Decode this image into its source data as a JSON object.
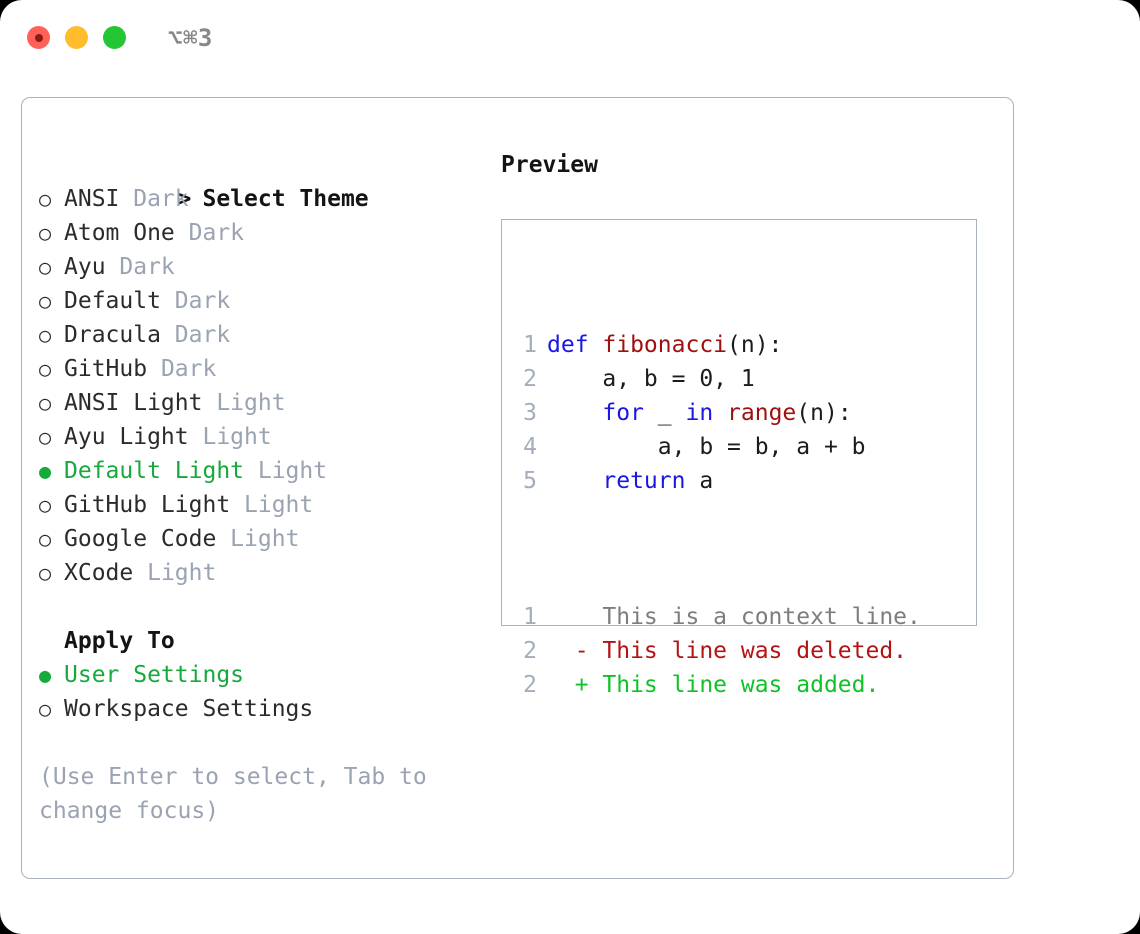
{
  "titlebar": {
    "shortcut": "⌥⌘3",
    "lights": [
      "close",
      "minimize",
      "zoom"
    ]
  },
  "left": {
    "heading": "Select Theme",
    "caret": ">",
    "marker_unselected": "○",
    "marker_selected": "●",
    "themes": [
      {
        "name": "ANSI",
        "variant": "Dark",
        "selected": false
      },
      {
        "name": "Atom One",
        "variant": "Dark",
        "selected": false
      },
      {
        "name": "Ayu",
        "variant": "Dark",
        "selected": false
      },
      {
        "name": "Default",
        "variant": "Dark",
        "selected": false
      },
      {
        "name": "Dracula",
        "variant": "Dark",
        "selected": false
      },
      {
        "name": "GitHub",
        "variant": "Dark",
        "selected": false
      },
      {
        "name": "ANSI Light",
        "variant": "Light",
        "selected": false
      },
      {
        "name": "Ayu Light",
        "variant": "Light",
        "selected": false
      },
      {
        "name": "Default Light",
        "variant": "Light",
        "selected": true
      },
      {
        "name": "GitHub Light",
        "variant": "Light",
        "selected": false
      },
      {
        "name": "Google Code",
        "variant": "Light",
        "selected": false
      },
      {
        "name": "XCode",
        "variant": "Light",
        "selected": false
      }
    ],
    "apply_to_title": "Apply To",
    "apply_to": [
      {
        "name": "User Settings",
        "selected": true
      },
      {
        "name": "Workspace Settings",
        "selected": false
      }
    ],
    "hint": "(Use Enter to select, Tab to change focus)"
  },
  "preview": {
    "title": "Preview",
    "code": [
      {
        "no": "1",
        "tokens": [
          {
            "t": "def ",
            "c": "kw"
          },
          {
            "t": "fibonacci",
            "c": "fn"
          },
          {
            "t": "(n):",
            "c": "txt"
          }
        ]
      },
      {
        "no": "2",
        "tokens": [
          {
            "t": "    a, b = 0, 1",
            "c": "txt"
          }
        ]
      },
      {
        "no": "3",
        "tokens": [
          {
            "t": "    ",
            "c": "txt"
          },
          {
            "t": "for",
            "c": "kw"
          },
          {
            "t": " _ ",
            "c": "txt"
          },
          {
            "t": "in ",
            "c": "kw"
          },
          {
            "t": "range",
            "c": "fn"
          },
          {
            "t": "(n):",
            "c": "txt"
          }
        ]
      },
      {
        "no": "4",
        "tokens": [
          {
            "t": "        a, b = b, a + b",
            "c": "txt"
          }
        ]
      },
      {
        "no": "5",
        "tokens": [
          {
            "t": "    ",
            "c": "txt"
          },
          {
            "t": "return",
            "c": "kw"
          },
          {
            "t": " a",
            "c": "txt"
          }
        ]
      }
    ],
    "diff": [
      {
        "no": "1",
        "sign": " ",
        "text": " This is a context line.",
        "kind": "ctx"
      },
      {
        "no": "2",
        "sign": "-",
        "text": " This line was deleted.",
        "kind": "del"
      },
      {
        "no": "2",
        "sign": "+",
        "text": " This line was added.",
        "kind": "add"
      }
    ]
  },
  "colors": {
    "accent_green": "#17a93c",
    "muted": "#9aa3b2",
    "keyword_blue": "#1818e0",
    "function_red": "#a01010",
    "diff_delete": "#b41313",
    "diff_add": "#11c227",
    "border": "#aab2c0"
  }
}
